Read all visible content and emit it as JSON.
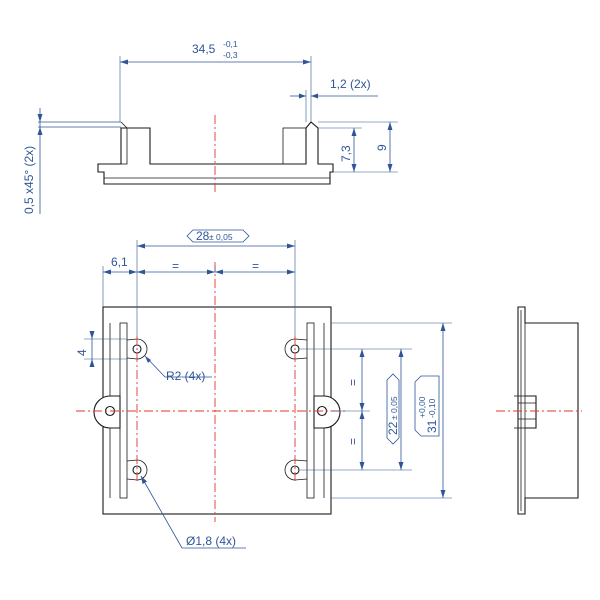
{
  "drawing": {
    "colors": {
      "outline": "#1a1a1a",
      "dimension": "#2f5597",
      "centerline": "#e3372b"
    },
    "top_view": {
      "overall_width": {
        "nominal": "34,5",
        "upper": "-0,1",
        "lower": "-0,3"
      },
      "rib_thickness": "1,2 (2x)",
      "rib_height": "7,3",
      "total_height": "9",
      "chamfer": "0,5 x45° (2x)"
    },
    "front_view": {
      "hole_spacing": {
        "nominal": "28",
        "tolerance": "± 0,05"
      },
      "edge_offset": "6,1",
      "equal_left": "=",
      "equal_right": "=",
      "notch_depth": "4",
      "radius": "R2 (4x)",
      "hole_diameter": "Ø1,8 (4x)",
      "equal_upper": "=",
      "equal_lower": "=",
      "vertical_spacing": {
        "nominal": "22",
        "tolerance": "± 0,05"
      },
      "overall_height": {
        "nominal": "31",
        "upper": "+0,00",
        "lower": "-0,10"
      }
    }
  }
}
